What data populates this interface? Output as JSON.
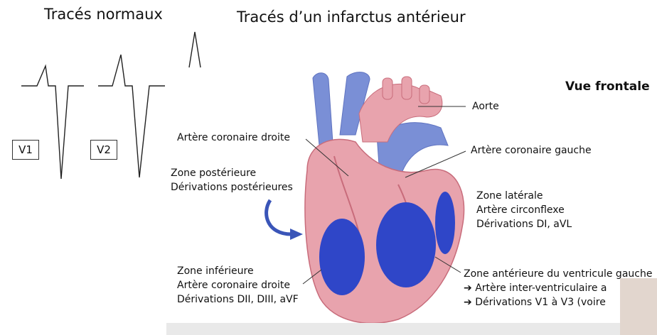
{
  "titles": {
    "normal": "Tracés normaux",
    "infarct": "Tracés d’un infarctus antérieur"
  },
  "ecg_labels": {
    "v1": "V1",
    "v2": "V2"
  },
  "view_title": "Vue frontale",
  "labels": {
    "aorta": "Aorte",
    "right_coronary": "Artère coronaire droite",
    "left_coronary": "Artère coronaire gauche",
    "posterior": {
      "line1": "Zone postérieure",
      "line2": "Dérivations postérieures"
    },
    "lateral": {
      "line1": "Zone latérale",
      "line2": "Artère circonflexe",
      "line3": "Dérivations DI, aVL"
    },
    "inferior": {
      "line1": "Zone inférieure",
      "line2": "Artère coronaire droite",
      "line3": "Dérivations DII, DIII, aVF"
    },
    "anterior": {
      "line1": "Zone antérieure du ventricule gauche",
      "line2": "Artère inter-ventriculaire a",
      "line3": "Dérivations V1 à V3 (voire"
    }
  },
  "colors": {
    "heart_fill": "#e8a3ad",
    "heart_outline": "#c86c7b",
    "vessel_blue": "#7a8fd6",
    "zone_blue": "#2f46c8",
    "ecg_line": "#222222",
    "arrow_blue": "#3a55b8"
  },
  "icons": {
    "arrow": "right-arrow-icon"
  }
}
